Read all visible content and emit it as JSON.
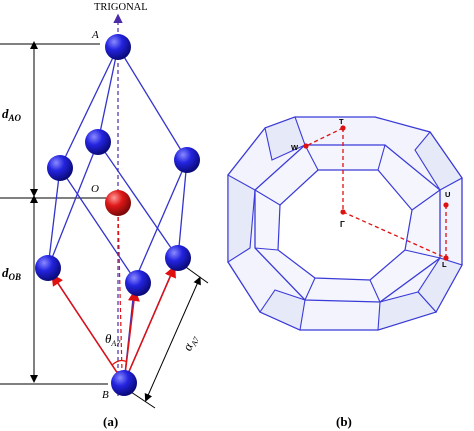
{
  "panel_a": {
    "axis_label": "TRIGONAL",
    "point_A": "A",
    "point_B": "B",
    "point_O": "O",
    "d_AO": {
      "main": "d",
      "sub": "AO"
    },
    "d_OB": {
      "main": "d",
      "sub": "OB"
    },
    "theta": {
      "main": "θ",
      "sub": "A7"
    },
    "alpha": {
      "main": "α",
      "sub": "A7"
    },
    "caption": "(a)",
    "colors": {
      "atom": "#1f1fd6",
      "center_atom": "#d81414",
      "bond": "#3333cc",
      "vector": "#e01010",
      "dim": "#000000"
    }
  },
  "panel_b": {
    "points": {
      "T": "T",
      "W": "W",
      "Gamma": "Γ",
      "U": "U",
      "L": "L"
    },
    "caption": "(b)",
    "colors": {
      "edge": "#3a3ad8",
      "face": "#eef0fb",
      "path": "#e01010"
    }
  }
}
